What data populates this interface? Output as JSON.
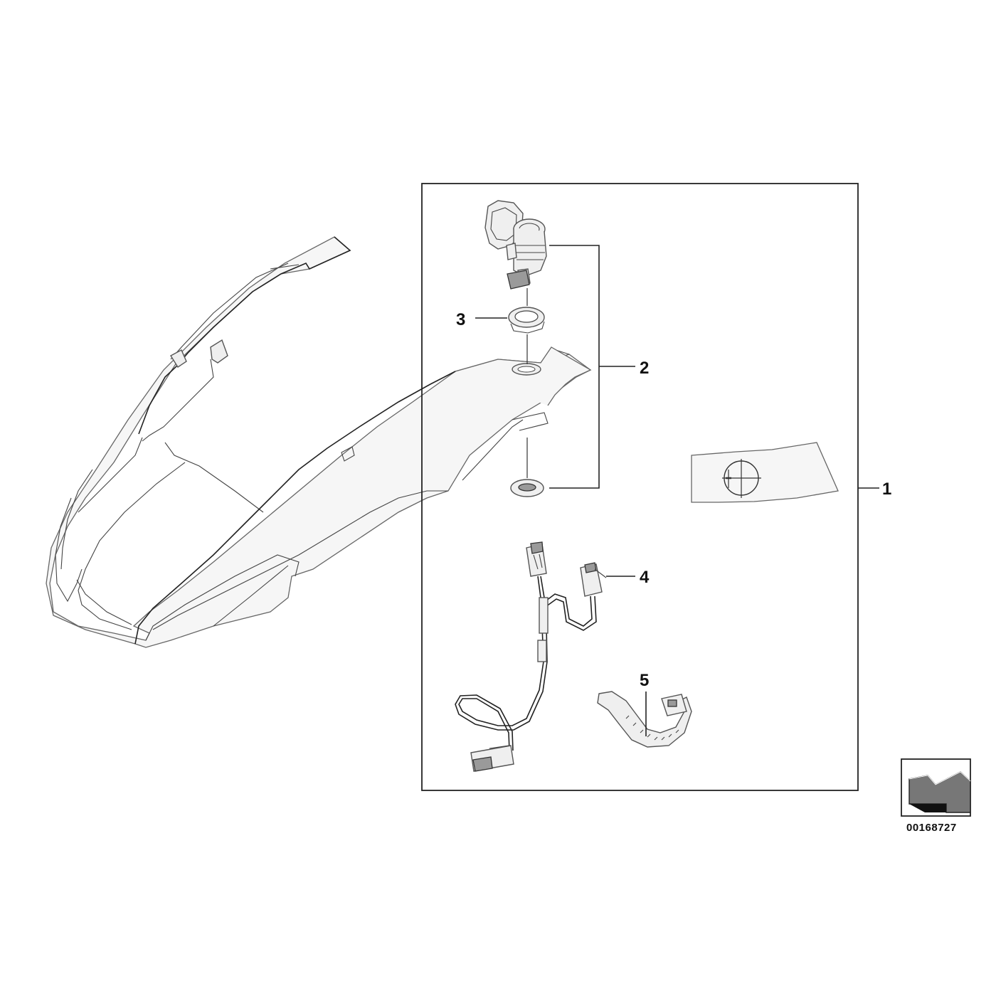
{
  "diagram": {
    "callouts": [
      {
        "id": "1",
        "label": "1"
      },
      {
        "id": "2",
        "label": "2"
      },
      {
        "id": "3",
        "label": "3"
      },
      {
        "id": "4",
        "label": "4"
      },
      {
        "id": "5",
        "label": "5"
      }
    ],
    "document_number": "00168727",
    "icons": [
      "fairing-outline",
      "power-socket",
      "mounting-ring",
      "socket-bracket",
      "grommet",
      "installation-template",
      "wiring-harness",
      "cable-tie",
      "direction-arrow-icon"
    ]
  }
}
